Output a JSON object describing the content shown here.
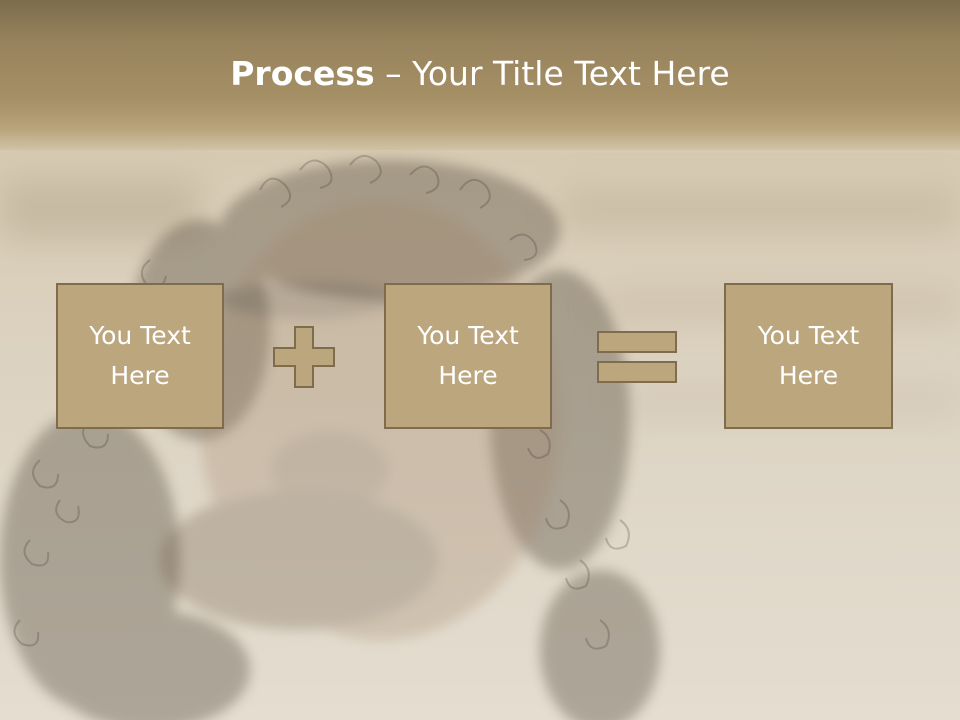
{
  "slide": {
    "title_bold": "Process",
    "title_rest": " – Your Title Text Here",
    "boxes": [
      {
        "label": "You Text\nHere"
      },
      {
        "label": "You Text\nHere"
      },
      {
        "label": "You Text\nHere"
      }
    ],
    "operators": [
      "plus-icon",
      "equals-icon"
    ],
    "colors": {
      "box_fill": "#bba67e",
      "box_border": "#7e6c4c",
      "header_band": "#96825c",
      "text": "#ffffff"
    }
  }
}
